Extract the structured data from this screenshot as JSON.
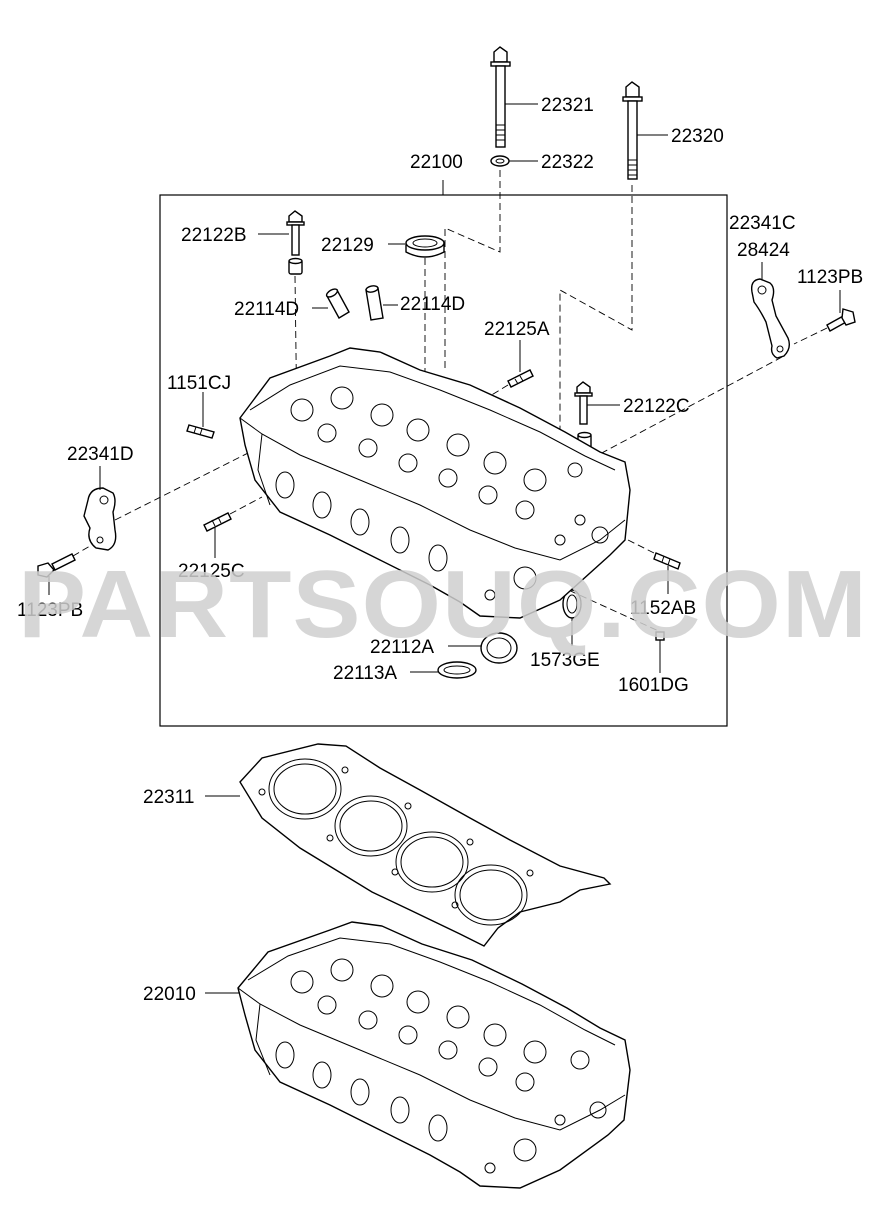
{
  "labels": {
    "p22321": "22321",
    "p22320": "22320",
    "p22322": "22322",
    "p22100": "22100",
    "p22122B": "22122B",
    "p22129": "22129",
    "p22341C": "22341C",
    "p28424": "28424",
    "p1123PB_right": "1123PB",
    "p22114D_left": "22114D",
    "p22114D_right": "22114D",
    "p22125A": "22125A",
    "p1151CJ": "1151CJ",
    "p22122C": "22122C",
    "p22341D": "22341D",
    "p22125C": "22125C",
    "p1123PB_left": "1123PB",
    "p1152AB": "1152AB",
    "p22112A": "22112A",
    "p1573GE": "1573GE",
    "p22113A": "22113A",
    "p1601DG": "1601DG",
    "p22311": "22311",
    "p22010": "22010"
  },
  "watermark": "PARTSOUQ.COM"
}
